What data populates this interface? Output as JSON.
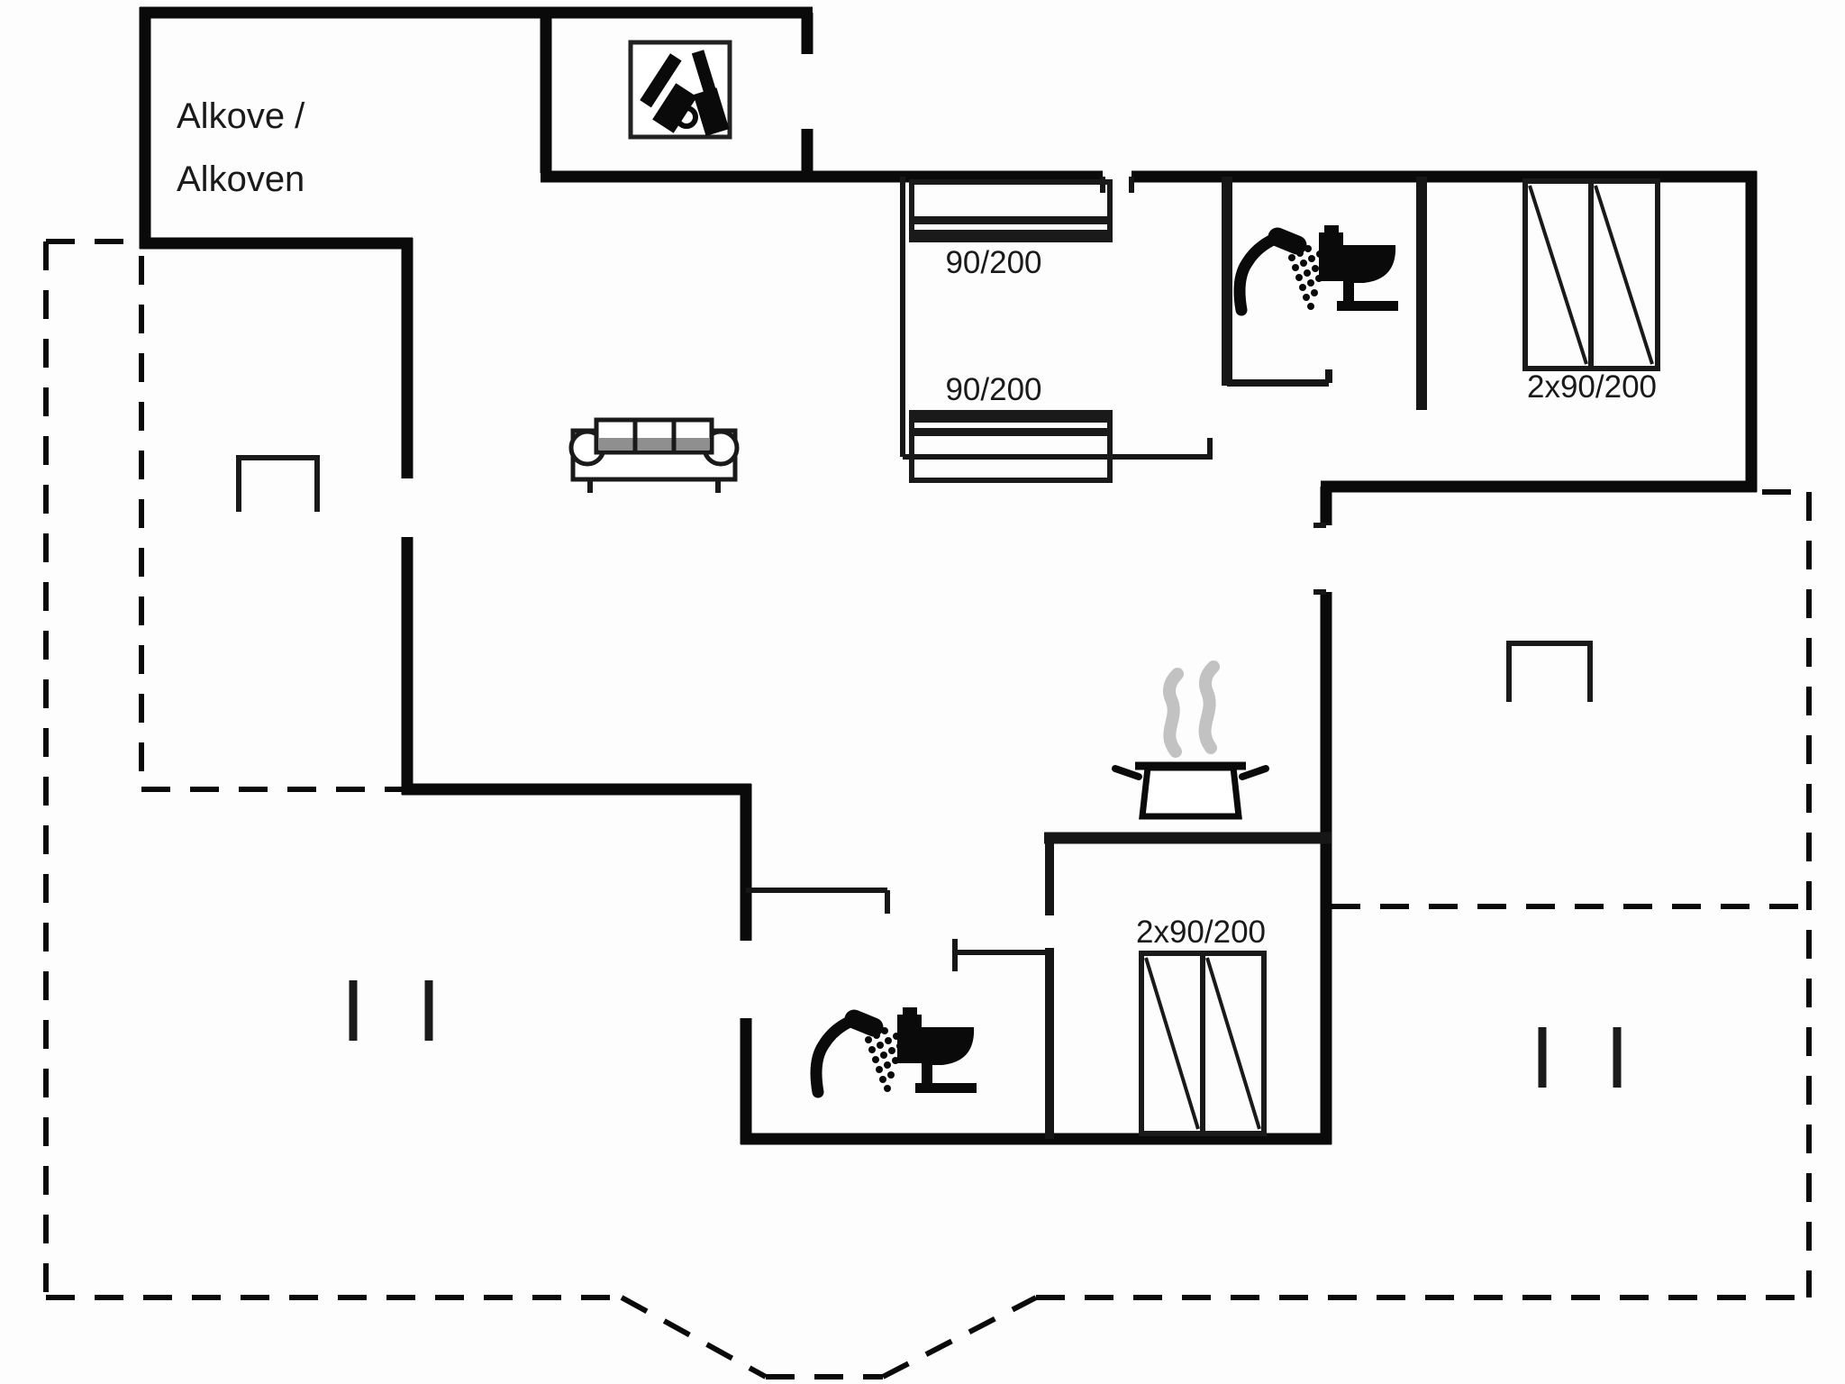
{
  "floorplan": {
    "type": "house-floor-plan",
    "colors": {
      "background": "#fdfdfd",
      "wall": "#0a0a0a",
      "thin_wall": "#161616",
      "steam": "#c2c2c2",
      "sofa_back_shade": "#8f8f8f"
    },
    "rooms": {
      "alcove": {
        "label_line1": "Alkove /",
        "label_line2": "Alkoven"
      }
    },
    "beds": [
      {
        "id": "single-bed-upper",
        "label": "90/200"
      },
      {
        "id": "single-bed-lower",
        "label": "90/200"
      },
      {
        "id": "double-bed-northeast",
        "label": "2x90/200"
      },
      {
        "id": "double-bed-southeast",
        "label": "2x90/200"
      }
    ],
    "icons": [
      "wood-stove-icon",
      "sofa-icon",
      "shower-icon",
      "toilet-icon",
      "cooking-pot-icon",
      "steam-icon",
      "garden-table-icon",
      "terrace-post-icon"
    ],
    "line_styles": {
      "terrace_boundary": "dashed",
      "walls": "solid"
    }
  }
}
